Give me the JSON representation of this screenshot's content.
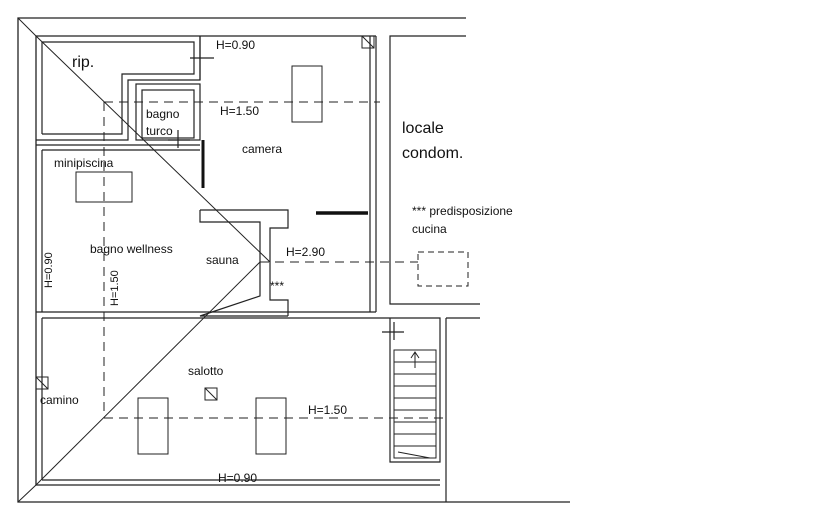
{
  "labels": {
    "rip": "rip.",
    "h090_top": "H=0.90",
    "h150_top": "H=1.50",
    "bagno": "bagno",
    "turco": "turco",
    "camera": "camera",
    "locale": "locale",
    "condom": "condom.",
    "minipiscina": "minipiscina",
    "predisposizione": "*** predisposizione",
    "cucina": "cucina",
    "bagno_wellness": "bagno wellness",
    "sauna": "sauna",
    "h290": "H=2.90",
    "stars": "***",
    "h090_left": "H=0.90",
    "h150_left": "H=1.50",
    "salotto": "salotto",
    "camino": "camino",
    "h150_bottom": "H=1.50",
    "h090_bottom": "H=0.90"
  }
}
